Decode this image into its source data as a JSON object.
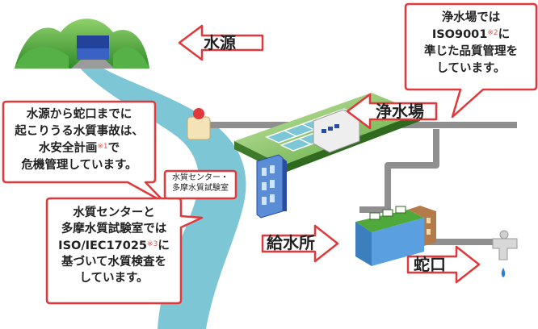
{
  "labels": {
    "source": "水源",
    "purification": "浄水場",
    "supply": "給水所",
    "faucet": "蛇口",
    "lab_line1": "水質センター・",
    "lab_line2": "多摩水質試験室"
  },
  "bubbles": {
    "top_right": {
      "line1": "浄水場では",
      "line2_pre": "ISO9001",
      "line2_note": "※2",
      "line2_post": "に",
      "line3": "準じた品質管理を",
      "line4": "しています。"
    },
    "left_middle": {
      "line1": "水源から蛇口までに",
      "line2": "起こりうる水質事故は、",
      "line3_pre": "水安全計画",
      "line3_note": "※1",
      "line3_post": "で",
      "line4": "危機管理しています。"
    },
    "bottom_left": {
      "line1": "水質センターと",
      "line2": "多摩水質試験室では",
      "line3_pre": "ISO/IEC17025",
      "line3_note": "※3",
      "line3_post": "に",
      "line4": "基づいて水質検査を",
      "line5": "しています。"
    }
  },
  "colors": {
    "river": "#7cc6d6",
    "arrow_border": "#e0383b",
    "bubble_border": "#e0383b",
    "pipe": "#8a8a8a",
    "mountain": "#4aa33a",
    "note": "#e05050"
  }
}
